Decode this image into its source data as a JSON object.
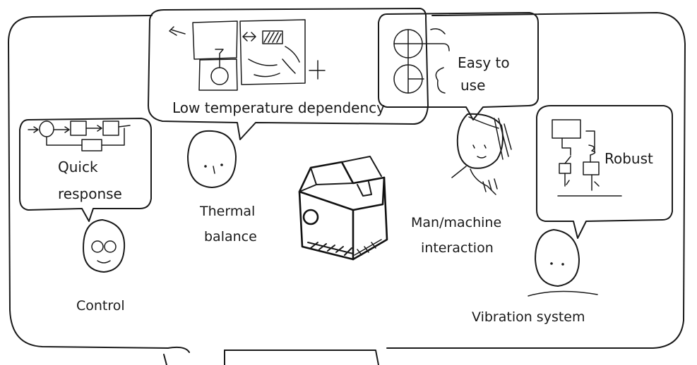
{
  "bubbles": {
    "thermal": "Low temperature dependency",
    "control_line1": "Quick",
    "control_line2": "response",
    "interaction_line1": "Easy to",
    "interaction_line2": "use",
    "vibration": "Robust"
  },
  "characters": {
    "thermal_line1": "Thermal",
    "thermal_line2": "balance",
    "control": "Control",
    "interaction_line1": "Man/machine",
    "interaction_line2": "interaction",
    "vibration": "Vibration system"
  }
}
